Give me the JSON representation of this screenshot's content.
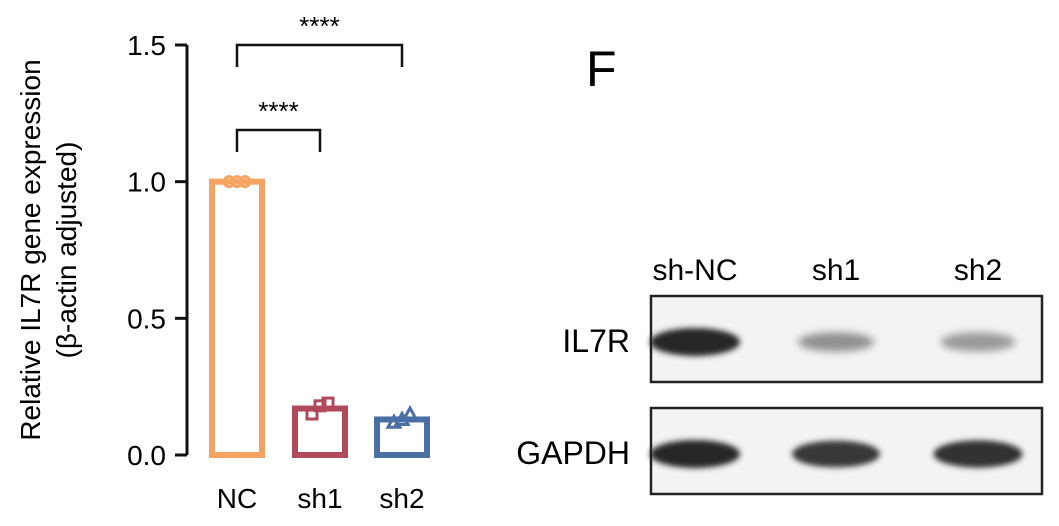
{
  "chart_data": {
    "type": "bar",
    "ylabel_line1": "Relative IL7R gene expression",
    "ylabel_line2": "(β-actin adjusted)",
    "ylim": [
      0,
      1.5
    ],
    "yticks": [
      "0.0",
      "0.5",
      "1.0",
      "1.5"
    ],
    "categories": [
      "NC",
      "sh1",
      "sh2"
    ],
    "values": [
      1.0,
      0.17,
      0.13
    ],
    "points": [
      [
        1.0,
        1.0,
        1.0
      ],
      [
        0.15,
        0.18,
        0.19
      ],
      [
        0.12,
        0.13,
        0.15
      ]
    ],
    "colors": [
      "#F4A460",
      "#B04A5A",
      "#4A6FA5"
    ],
    "markers": [
      "circle",
      "square",
      "triangle"
    ],
    "significance": [
      {
        "from": "NC",
        "to": "sh1",
        "label": "****"
      },
      {
        "from": "NC",
        "to": "sh2",
        "label": "****"
      }
    ]
  },
  "western_blot": {
    "panel_label": "F",
    "lanes": [
      "sh-NC",
      "sh1",
      "sh2"
    ],
    "rows": [
      {
        "label": "IL7R",
        "intensity": [
          1.0,
          0.3,
          0.25
        ]
      },
      {
        "label": "GAPDH",
        "intensity": [
          1.0,
          0.9,
          0.95
        ]
      }
    ]
  }
}
